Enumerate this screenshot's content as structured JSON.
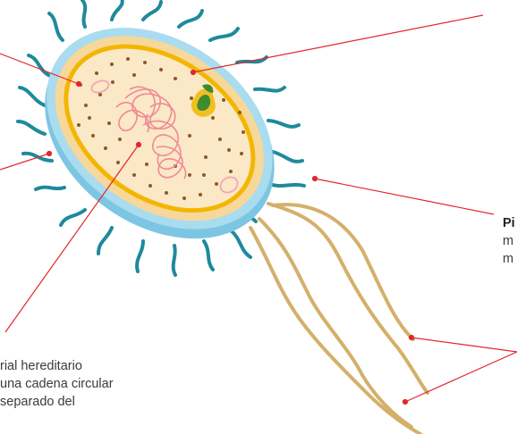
{
  "labels": {
    "hereditary_material": {
      "lines": [
        "rial hereditario",
        "una cadena circular",
        "separado del"
      ]
    },
    "pili": {
      "title": "Pi",
      "lines": [
        "m",
        "m"
      ]
    }
  },
  "colors": {
    "wall_outer": "#a9dcef",
    "wall_shadow": "#7cc6e3",
    "capsule": "#f7d89a",
    "membrane": "#f3b600",
    "cytoplasm": "#fbe8c6",
    "pili": "#1e8a9b",
    "flagella": "#d4b06a",
    "dna": "#ee8a96",
    "ribosomes": "#8a5a2b",
    "plasmid": "#f0a7bc",
    "inclusion_outer": "#f0c020",
    "inclusion_inner": "#3f8b2e",
    "pointer_lines": "#e3262b"
  }
}
